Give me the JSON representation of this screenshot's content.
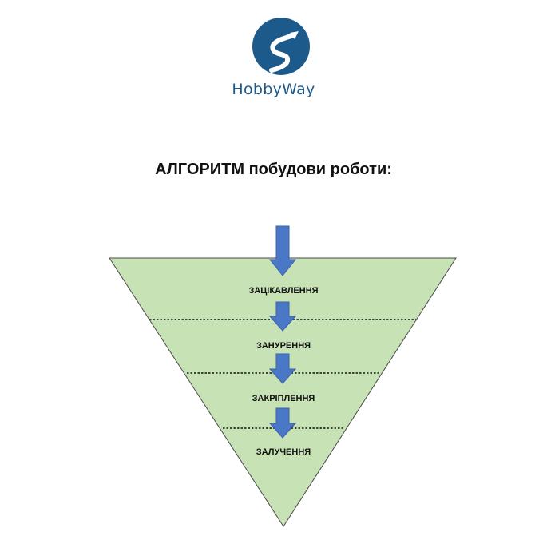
{
  "brand": {
    "name": "HobbyWay",
    "logo_icon": "road-arrow-logo-icon",
    "color": "#1d5a8c"
  },
  "heading": {
    "title": "АЛГОРИТМ побудови роботи:"
  },
  "funnel": {
    "fill_color": "#c7e2b5",
    "arrow_color": "#4a78c6",
    "stages": [
      {
        "label": "ЗАЦІКАВЛЕННЯ"
      },
      {
        "label": "ЗАНУРЕННЯ"
      },
      {
        "label": "ЗАКРІПЛЕННЯ"
      },
      {
        "label": "ЗАЛУЧЕННЯ"
      }
    ]
  }
}
